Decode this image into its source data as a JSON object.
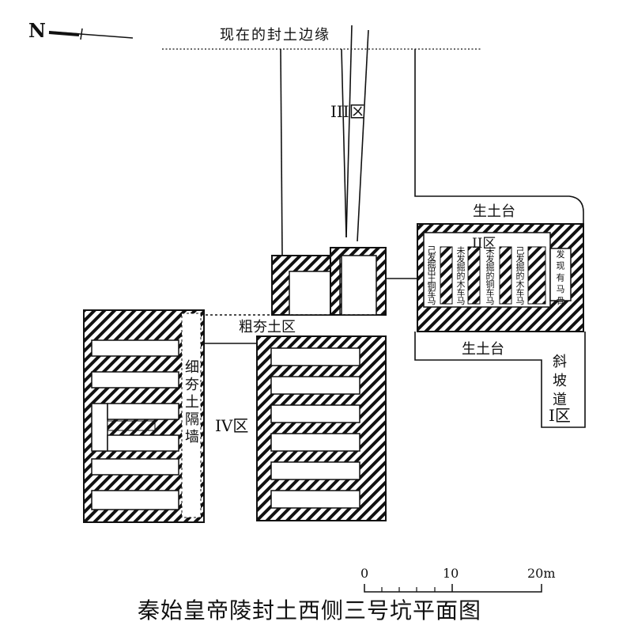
{
  "north_label": "N",
  "mound_edge_label": "现在的封土边缘",
  "zones": {
    "zone_1": "I区",
    "zone_2": "II区",
    "zone_3": "III区",
    "zone_4": "IV区",
    "coarse_rammed_earth": "粗夯土区",
    "virgin_soil_platform": "生土台",
    "ramp": [
      "斜",
      "坡",
      "道"
    ],
    "fine_rammed_wall": [
      "细",
      "夯",
      "土",
      "隔",
      "墙"
    ]
  },
  "zone2_chambers": [
    [
      "己",
      "发",
      "掘",
      "出",
      "土",
      "铜",
      "车",
      "马"
    ],
    [
      "未",
      "发",
      "掘",
      "的",
      "木",
      "车",
      "马"
    ],
    [
      "未",
      "发",
      "掘",
      "的",
      "铜",
      "车",
      "马"
    ],
    [
      "己",
      "发",
      "掘",
      "的",
      "木",
      "车",
      "马"
    ],
    [
      "发",
      "现",
      "有",
      "马",
      "骨"
    ]
  ],
  "scale_bar": {
    "labels": [
      "0",
      "10",
      "20m"
    ]
  },
  "caption": "秦始皇帝陵封土西侧三号坑平面图"
}
